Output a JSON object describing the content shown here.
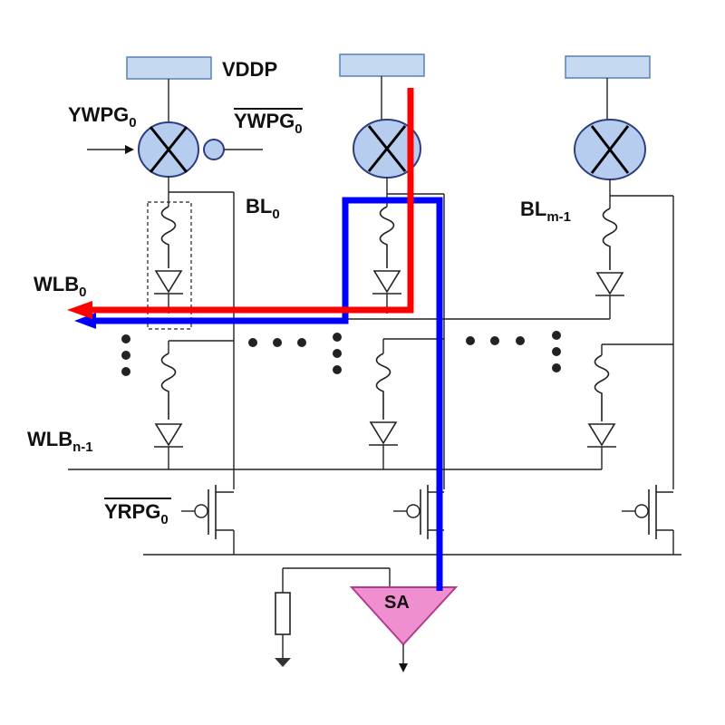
{
  "labels": {
    "vddp": "VDDP",
    "ywpg_base": "YWPG",
    "ywpg_sub": "0",
    "ywpg_bar_base": "YWPG",
    "ywpg_bar_sub": "0",
    "bl0_base": "BL",
    "bl0_sub": "0",
    "blm_base": "BL",
    "blm_sub": "m-1",
    "wlb0_base": "WLB",
    "wlb0_sub": "0",
    "wlbn_base": "WLB",
    "wlbn_sub": "n-1",
    "yrpg_base": "YRPG",
    "yrpg_sub": "0",
    "sa": "SA",
    "switch_mark": "X"
  },
  "colors": {
    "write_path": "#ff0000",
    "read_path": "#0000ff",
    "pad_fill": "#c5d9f1",
    "switch_fill": "#b7cdf0",
    "sense_amp_fill": "#f08fd0"
  }
}
